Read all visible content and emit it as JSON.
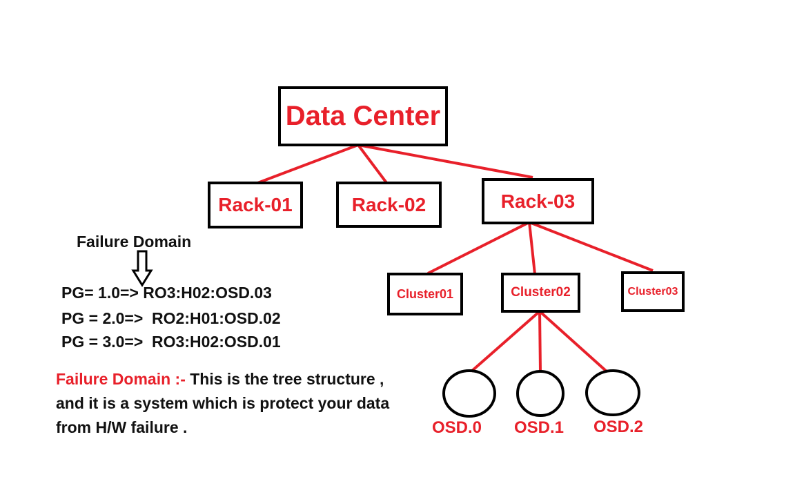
{
  "tree": {
    "root": "Data Center",
    "racks": [
      "Rack-01",
      "Rack-02",
      "Rack-03"
    ],
    "clusters": [
      "Cluster01",
      "Cluster02",
      "Cluster03"
    ],
    "osds": [
      "OSD.0",
      "OSD.1",
      "OSD.2"
    ]
  },
  "failure_domain_label": "Failure Domain",
  "pg_lines": [
    "PG= 1.0=> RO3:H02:OSD.03",
    "PG = 2.0=>  RO2:H01:OSD.02",
    "PG = 3.0=>  RO3:H02:OSD.01"
  ],
  "definition": {
    "term": "Failure Domain :-",
    "line1": "This is the tree structure ,",
    "line2": "and it is a system which is protect your data",
    "line3": "from H/W failure ."
  },
  "colors": {
    "accent": "#e8202a",
    "text": "#111111",
    "border": "#000000"
  }
}
